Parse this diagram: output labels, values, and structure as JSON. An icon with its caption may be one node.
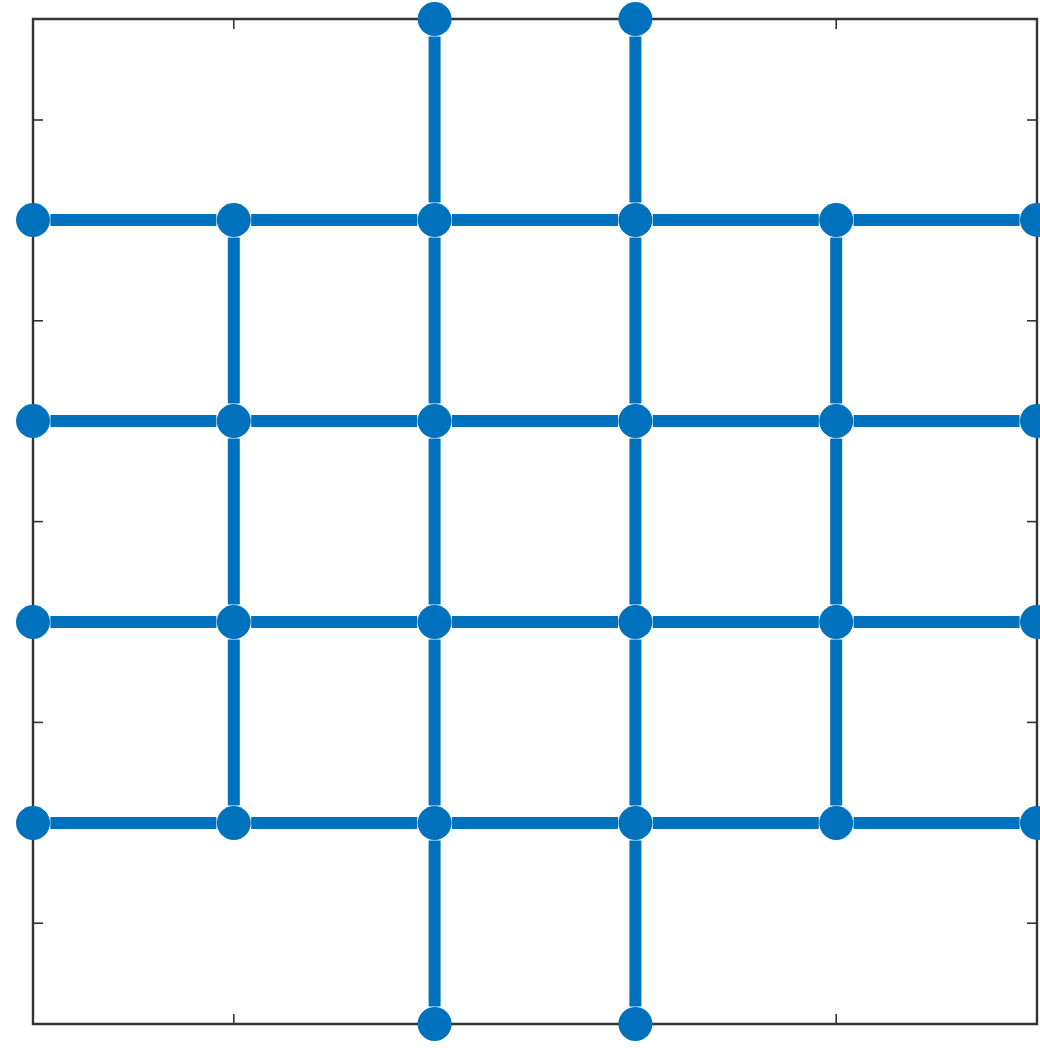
{
  "diagram": {
    "nodes": [
      {
        "text": [],
        "shape": "circle"
      },
      {
        "text": [],
        "shape": "circle"
      },
      {
        "text": [],
        "shape": "circle"
      },
      {
        "text": [],
        "shape": "circle"
      },
      {
        "text": [],
        "shape": "circle"
      },
      {
        "text": [],
        "shape": "circle"
      },
      {
        "text": [],
        "shape": "circle"
      },
      {
        "text": [],
        "shape": "circle"
      },
      {
        "text": [],
        "shape": "circle"
      },
      {
        "text": [],
        "shape": "circle"
      },
      {
        "text": [],
        "shape": "circle"
      },
      {
        "text": [],
        "shape": "circle"
      },
      {
        "text": [],
        "shape": "circle"
      },
      {
        "text": [],
        "shape": "circle"
      },
      {
        "text": [],
        "shape": "circle"
      },
      {
        "text": [],
        "shape": "circle"
      },
      {
        "text": [],
        "shape": "circle"
      },
      {
        "text": [],
        "shape": "circle"
      },
      {
        "text": [],
        "shape": "circle"
      },
      {
        "text": [],
        "shape": "circle"
      },
      {
        "text": [],
        "shape": "circle"
      },
      {
        "text": [],
        "shape": "circle"
      },
      {
        "text": [],
        "shape": "circle"
      },
      {
        "text": [],
        "shape": "circle"
      },
      {
        "text": [],
        "shape": "circle"
      },
      {
        "text": [],
        "shape": "circle"
      },
      {
        "text": [],
        "shape": "circle"
      },
      {
        "text": [],
        "shape": "circle"
      }
    ],
    "edges": [
      {
        "from": 2,
        "to": 3,
        "arrow": "none"
      },
      {
        "from": 3,
        "to": 4,
        "arrow": "none"
      },
      {
        "from": 4,
        "to": 5,
        "arrow": "none"
      },
      {
        "from": 5,
        "to": 6,
        "arrow": "none"
      },
      {
        "from": 6,
        "to": 7,
        "arrow": "none"
      },
      {
        "from": 8,
        "to": 9,
        "arrow": "none"
      },
      {
        "from": 9,
        "to": 10,
        "arrow": "none"
      },
      {
        "from": 10,
        "to": 11,
        "arrow": "none"
      },
      {
        "from": 11,
        "to": 12,
        "arrow": "none"
      },
      {
        "from": 12,
        "to": 13,
        "arrow": "none"
      },
      {
        "from": 14,
        "to": 15,
        "arrow": "none"
      },
      {
        "from": 15,
        "to": 16,
        "arrow": "none"
      },
      {
        "from": 16,
        "to": 17,
        "arrow": "none"
      },
      {
        "from": 17,
        "to": 18,
        "arrow": "none"
      },
      {
        "from": 18,
        "to": 19,
        "arrow": "none"
      },
      {
        "from": 20,
        "to": 21,
        "arrow": "none"
      },
      {
        "from": 21,
        "to": 22,
        "arrow": "none"
      },
      {
        "from": 22,
        "to": 23,
        "arrow": "none"
      },
      {
        "from": 23,
        "to": 24,
        "arrow": "none"
      },
      {
        "from": 24,
        "to": 25,
        "arrow": "none"
      },
      {
        "from": 3,
        "to": 9,
        "arrow": "none"
      },
      {
        "from": 9,
        "to": 15,
        "arrow": "none"
      },
      {
        "from": 15,
        "to": 21,
        "arrow": "none"
      },
      {
        "from": 0,
        "to": 4,
        "arrow": "none"
      },
      {
        "from": 4,
        "to": 10,
        "arrow": "none"
      },
      {
        "from": 10,
        "to": 16,
        "arrow": "none"
      },
      {
        "from": 16,
        "to": 22,
        "arrow": "none"
      },
      {
        "from": 22,
        "to": 26,
        "arrow": "none"
      },
      {
        "from": 1,
        "to": 5,
        "arrow": "none"
      },
      {
        "from": 5,
        "to": 11,
        "arrow": "none"
      },
      {
        "from": 11,
        "to": 17,
        "arrow": "none"
      },
      {
        "from": 17,
        "to": 23,
        "arrow": "none"
      },
      {
        "from": 23,
        "to": 27,
        "arrow": "none"
      },
      {
        "from": 6,
        "to": 12,
        "arrow": "none"
      },
      {
        "from": 12,
        "to": 18,
        "arrow": "none"
      },
      {
        "from": 18,
        "to": 24,
        "arrow": "none"
      }
    ]
  }
}
